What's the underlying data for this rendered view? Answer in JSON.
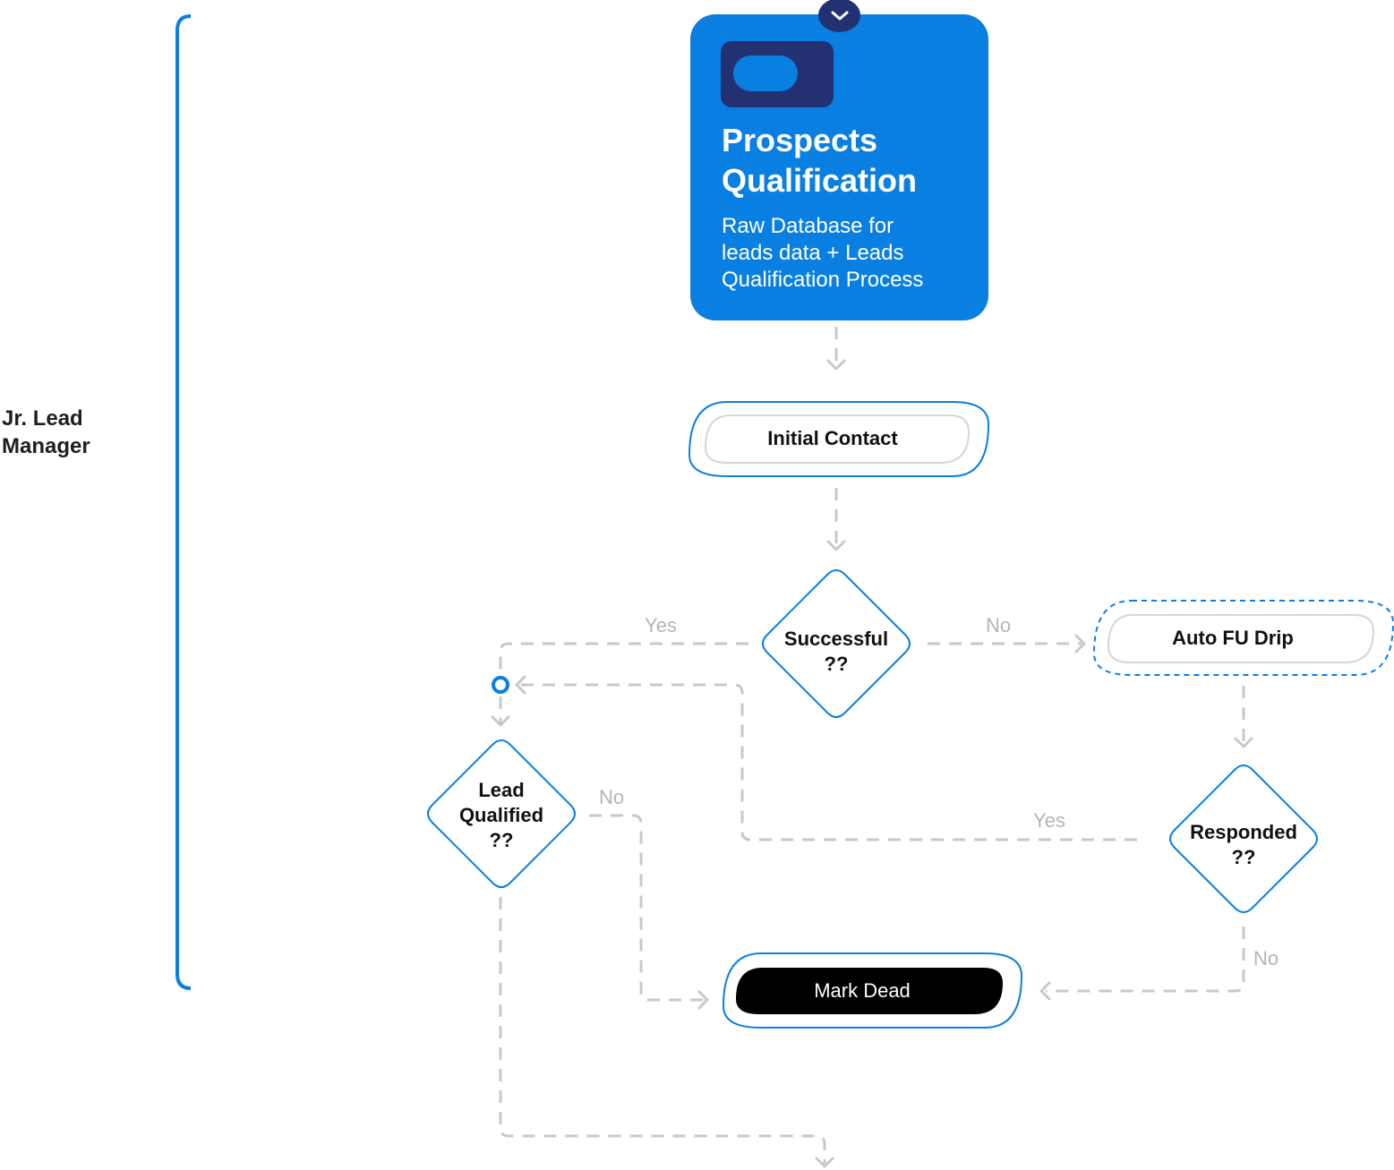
{
  "lane": {
    "label": "Jr. Lead\nManager",
    "accent": "#0a7fe2"
  },
  "header_card": {
    "icon": "chevron-down-icon",
    "title": "Prospects\nQualification",
    "description": "Raw Database for\nleads data + Leads\nQualification Process",
    "background": "#0a7fe2",
    "chip_color": "#233072"
  },
  "nodes": {
    "initial_contact": "Initial Contact",
    "successful": "Successful\n??",
    "auto_fu_drip": "Auto FU Drip",
    "lead_qualified": "Lead\nQualified\n??",
    "responded": "Responded\n??",
    "mark_dead": "Mark Dead"
  },
  "edge_labels": {
    "successful_yes": "Yes",
    "successful_no": "No",
    "lead_qualified_no": "No",
    "responded_yes": "Yes",
    "responded_no": "No"
  },
  "colors": {
    "connector": "#c8c8c8",
    "node_border": "#0a7fe2",
    "terminal_fill": "#000000"
  }
}
